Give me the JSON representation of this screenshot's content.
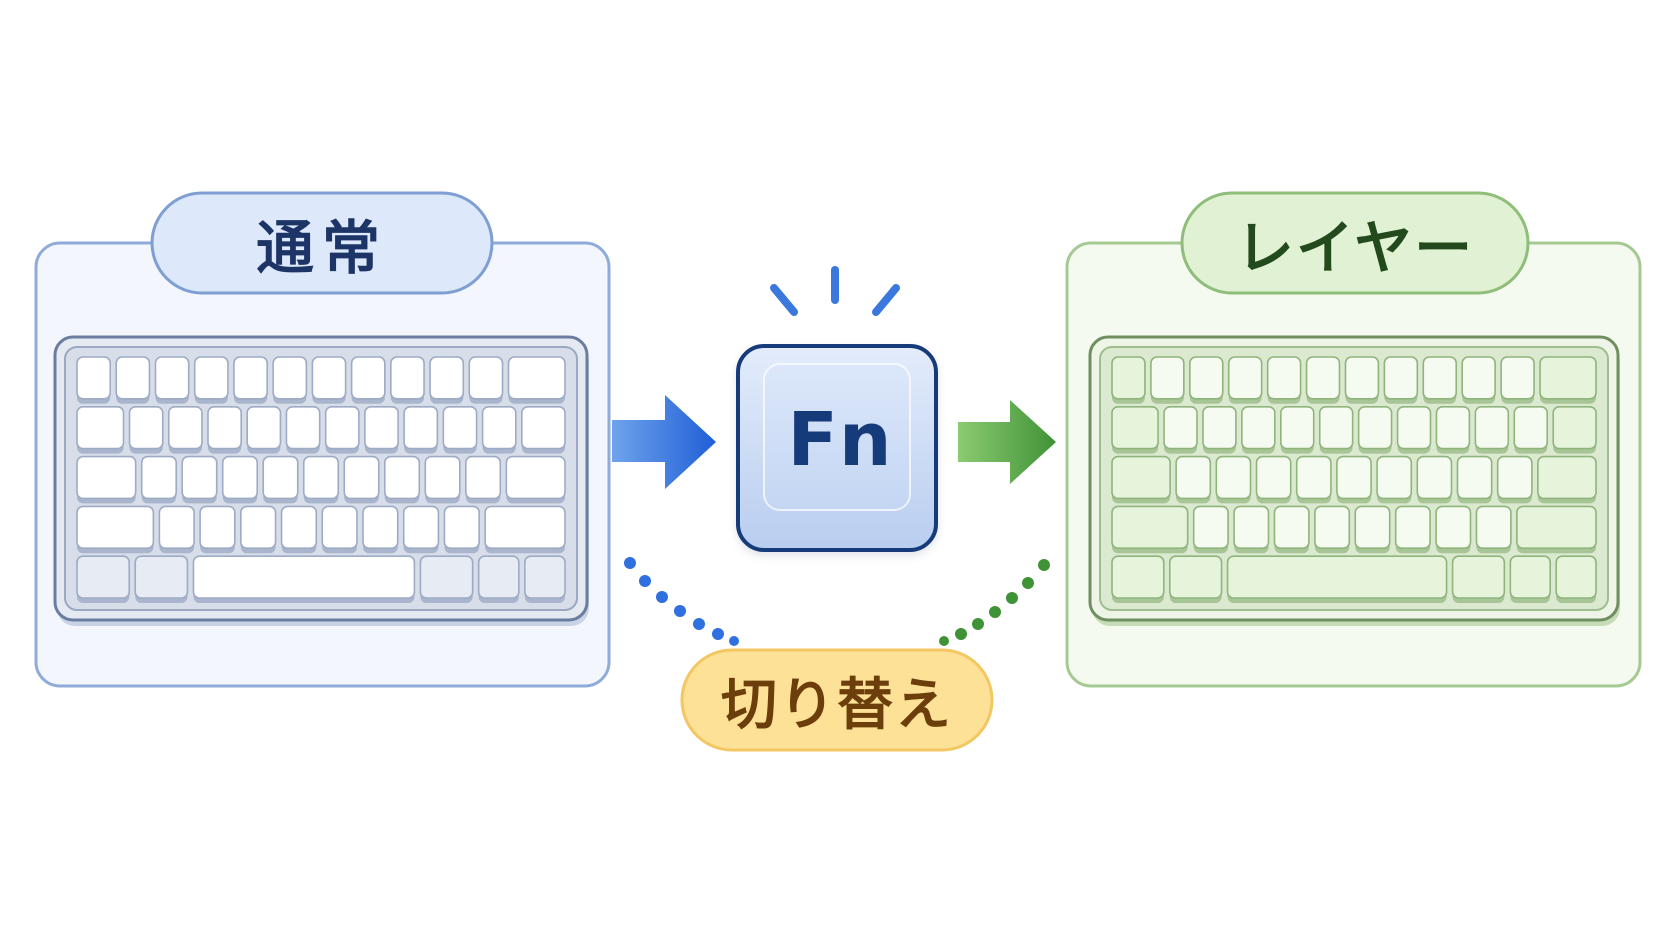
{
  "labels": {
    "normal": "通常",
    "layer": "レイヤー",
    "fn": "Fn",
    "switch": "切り替え"
  },
  "colors": {
    "normal_accent": "#7f9fd2",
    "normal_fill": "#f3f7fd",
    "normal_badge_fill": "#dde8fa",
    "layer_accent": "#97c184",
    "layer_fill": "#f4faef",
    "layer_badge_fill": "#e1f1d4",
    "layer_key_fill": "#e7f4dc",
    "switch_badge_fill": "#fde197",
    "switch_badge_border": "#f3c763",
    "arrow_blue": "#1f5fd6",
    "arrow_green": "#3f9236",
    "fn_key_fill": "#c9d9f4",
    "fn_key_border": "#163b7a"
  },
  "icons": {
    "arrow_left": "arrow-right-icon",
    "arrow_right": "arrow-right-icon",
    "press_burst": "press-burst-icon",
    "keyboard_normal": "keyboard-icon",
    "keyboard_layer": "keyboard-icon"
  }
}
